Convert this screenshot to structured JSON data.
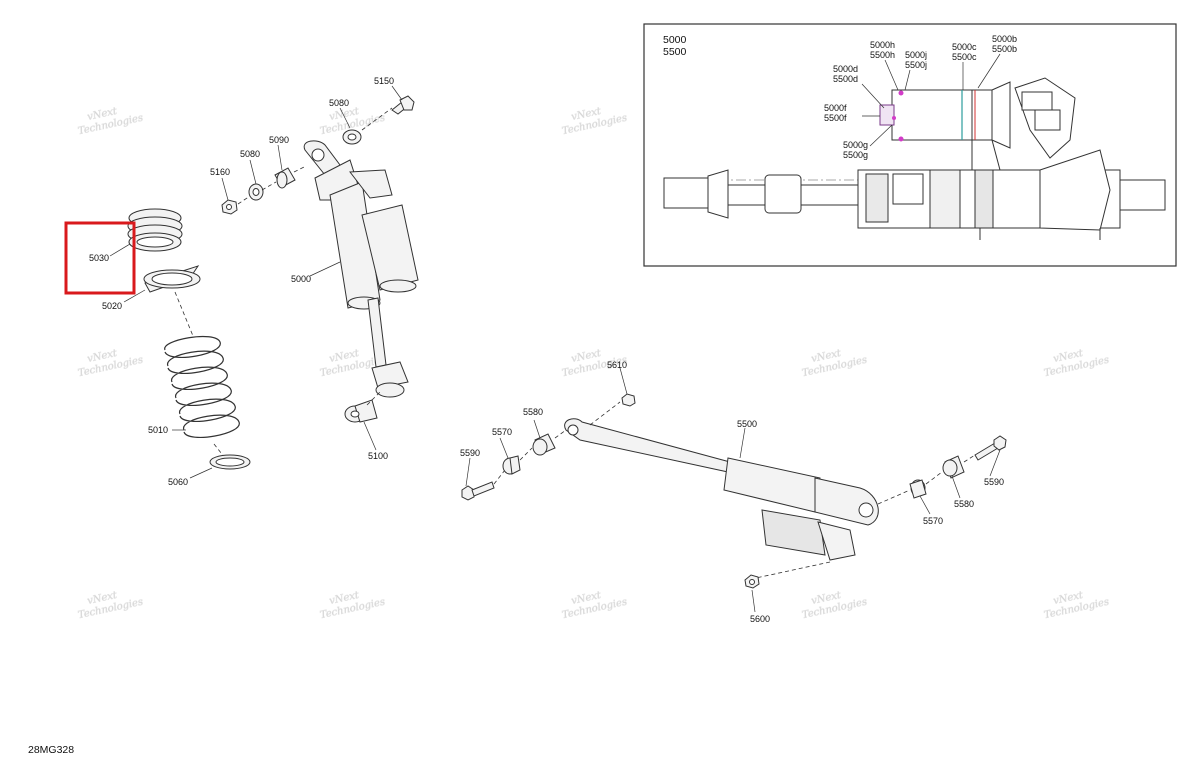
{
  "diagram_id": "28MG328",
  "watermark_line1": "vNext",
  "watermark_line2": "Technologies",
  "inset": {
    "title_line1": "5000",
    "title_line2": "5500",
    "callouts": {
      "c_5000h": "5000h",
      "c_5500h": "5500h",
      "c_5000j": "5000j",
      "c_5500j": "5500j",
      "c_5000c": "5000c",
      "c_5500c": "5500c",
      "c_5000b": "5000b",
      "c_5500b": "5500b",
      "c_5000d": "5000d",
      "c_5500d": "5500d",
      "c_5000f": "5000f",
      "c_5500f": "5500f",
      "c_5000g": "5000g",
      "c_5500g": "5500g"
    }
  },
  "labels": {
    "p5150": "5150",
    "p5080a": "5080",
    "p5090": "5090",
    "p5080b": "5080",
    "p5160": "5160",
    "p5030": "5030",
    "p5000": "5000",
    "p5020": "5020",
    "p5010": "5010",
    "p5060": "5060",
    "p5100": "5100",
    "p5610": "5610",
    "p5580a": "5580",
    "p5570a": "5570",
    "p5590a": "5590",
    "p5500": "5500",
    "p5590b": "5590",
    "p5580b": "5580",
    "p5570b": "5570",
    "p5600": "5600"
  },
  "highlight_color": "#d9191c",
  "inset_accent_colors": {
    "magenta": "#d23cc8",
    "teal": "#2a9d9d",
    "red": "#d03030"
  }
}
